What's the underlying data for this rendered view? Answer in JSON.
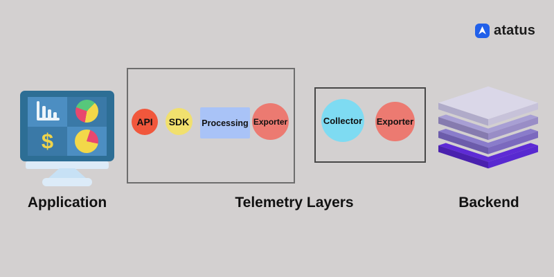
{
  "background_color": "#d3d0d0",
  "brand": {
    "name": "atatus",
    "icon": "atatus-up-arrow",
    "icon_color": "#2160ea",
    "text_color": "#1b1b1b"
  },
  "application": {
    "label": "Application",
    "icon": "dashboard-monitor",
    "monitor": {
      "frame_color": "#2d6e95",
      "quadrant_light": "#4c8ec2",
      "quadrant_dark": "#3a79a7",
      "chart_color": "#eef5fa",
      "dollar_glyph": "$",
      "dollar_color": "#f0d44a",
      "pie_yellow": "#f3d849",
      "pie_pink": "#e8486e",
      "pie_green": "#57c77b",
      "stand_color": "#dcebf8",
      "neck_color": "#c7e1f5"
    }
  },
  "telemetry": {
    "label": "Telemetry Layers",
    "box_border": "#6d6d6d",
    "nodes": [
      {
        "label": "API",
        "shape": "circle",
        "color": "#f1573c"
      },
      {
        "label": "SDK",
        "shape": "circle",
        "color": "#f1e06e"
      },
      {
        "label": "Processing",
        "shape": "rectangle",
        "color": "#a9c3f7"
      },
      {
        "label": "Exporter",
        "shape": "circle",
        "color": "#ec7a71"
      }
    ]
  },
  "collector_group": {
    "box_border": "#474747",
    "nodes": [
      {
        "label": "Collector",
        "shape": "circle",
        "color": "#7edbf2"
      },
      {
        "label": "Exporter",
        "shape": "circle",
        "color": "#ec7a71"
      }
    ]
  },
  "backend": {
    "label": "Backend",
    "icon": "layer-stack",
    "layers": [
      {
        "top": "#dad7e8",
        "left": "#b0abc9",
        "right": "#c7c2d9"
      },
      {
        "top": "#a89fd4",
        "left": "#867baf",
        "right": "#998dc6"
      },
      {
        "top": "#8a7ccb",
        "left": "#6c5cab",
        "right": "#7b69be"
      },
      {
        "top": "#5e2bd5",
        "left": "#4a21ae",
        "right": "#5829d0"
      }
    ]
  }
}
